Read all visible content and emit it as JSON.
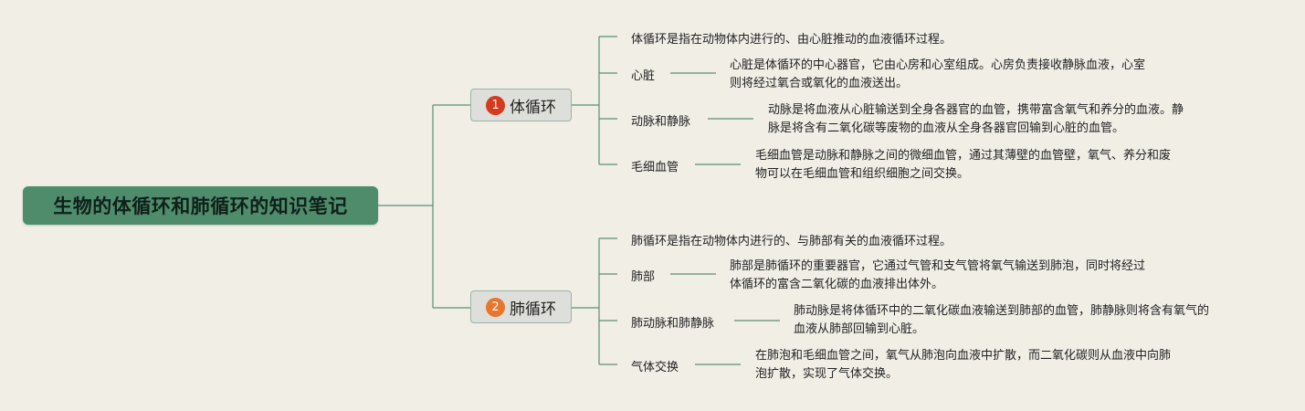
{
  "title": "生物的体循环和肺循环的知识笔记",
  "colors": {
    "background": "#f0eee5",
    "root_fill": "#4e8c6c",
    "connector": "#5b8f76",
    "badge_1": "#d63a1e",
    "badge_2": "#e8762c"
  },
  "branches": [
    {
      "number": "1",
      "label": "体循环",
      "intro": "体循环是指在动物体内进行的、由心脏推动的血液循环过程。",
      "items": [
        {
          "term": "心脏",
          "desc_lines": [
            "心脏是体循环的中心器官，它由心房和心室组成。心房负责接收静脉血液，心室",
            "则将经过氧合或氧化的血液送出。"
          ]
        },
        {
          "term": "动脉和静脉",
          "desc_lines": [
            "动脉是将血液从心脏输送到全身各器官的血管，携带富含氧气和养分的血液。静",
            "脉是将含有二氧化碳等废物的血液从全身各器官回输到心脏的血管。"
          ]
        },
        {
          "term": "毛细血管",
          "desc_lines": [
            "毛细血管是动脉和静脉之间的微细血管，通过其薄壁的血管壁，氧气、养分和废",
            "物可以在毛细血管和组织细胞之间交换。"
          ]
        }
      ]
    },
    {
      "number": "2",
      "label": "肺循环",
      "intro": "肺循环是指在动物体内进行的、与肺部有关的血液循环过程。",
      "items": [
        {
          "term": "肺部",
          "desc_lines": [
            "肺部是肺循环的重要器官，它通过气管和支气管将氧气输送到肺泡，同时将经过",
            "体循环的富含二氧化碳的血液排出体外。"
          ]
        },
        {
          "term": "肺动脉和肺静脉",
          "desc_lines": [
            "肺动脉是将体循环中的二氧化碳血液输送到肺部的血管，肺静脉则将含有氧气的",
            "血液从肺部回输到心脏。"
          ]
        },
        {
          "term": "气体交换",
          "desc_lines": [
            "在肺泡和毛细血管之间，氧气从肺泡向血液中扩散，而二氧化碳则从血液中向肺",
            "泡扩散，实现了气体交换。"
          ]
        }
      ]
    }
  ]
}
